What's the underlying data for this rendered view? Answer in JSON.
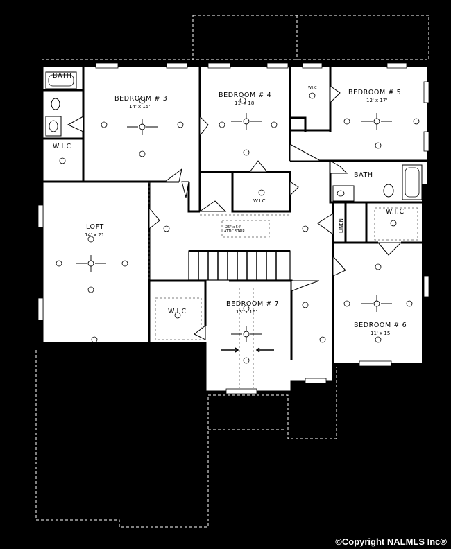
{
  "rooms": {
    "bath_upper_left": {
      "name": "BATH"
    },
    "bedroom3": {
      "name": "BEDROOM # 3",
      "size": "14' x 15'"
    },
    "bedroom4": {
      "name": "BEDROOM # 4",
      "size": "11' x 18'"
    },
    "bedroom5": {
      "name": "BEDROOM # 5",
      "size": "12' x 17'"
    },
    "wic_left": {
      "name": "W.I.C"
    },
    "wic_b5": {
      "name": "W.I.C"
    },
    "wic_center": {
      "name": "W.I.C"
    },
    "bath_right": {
      "name": "BATH"
    },
    "linen": {
      "name": "LINEN"
    },
    "wic_right": {
      "name": "W.I.C"
    },
    "loft": {
      "name": "LOFT",
      "size": "14' x 21'"
    },
    "attic_stair": {
      "name": "ATTIC STAIR",
      "size": "25\" x 54\""
    },
    "wic_lower": {
      "name": "W.I.C"
    },
    "bedroom7": {
      "name": "BEDROOM # 7",
      "size": "13' x 16'"
    },
    "bedroom6": {
      "name": "BEDROOM # 6",
      "size": "11' x 15'"
    }
  },
  "copyright": "©Copyright NALMLS Inc®"
}
